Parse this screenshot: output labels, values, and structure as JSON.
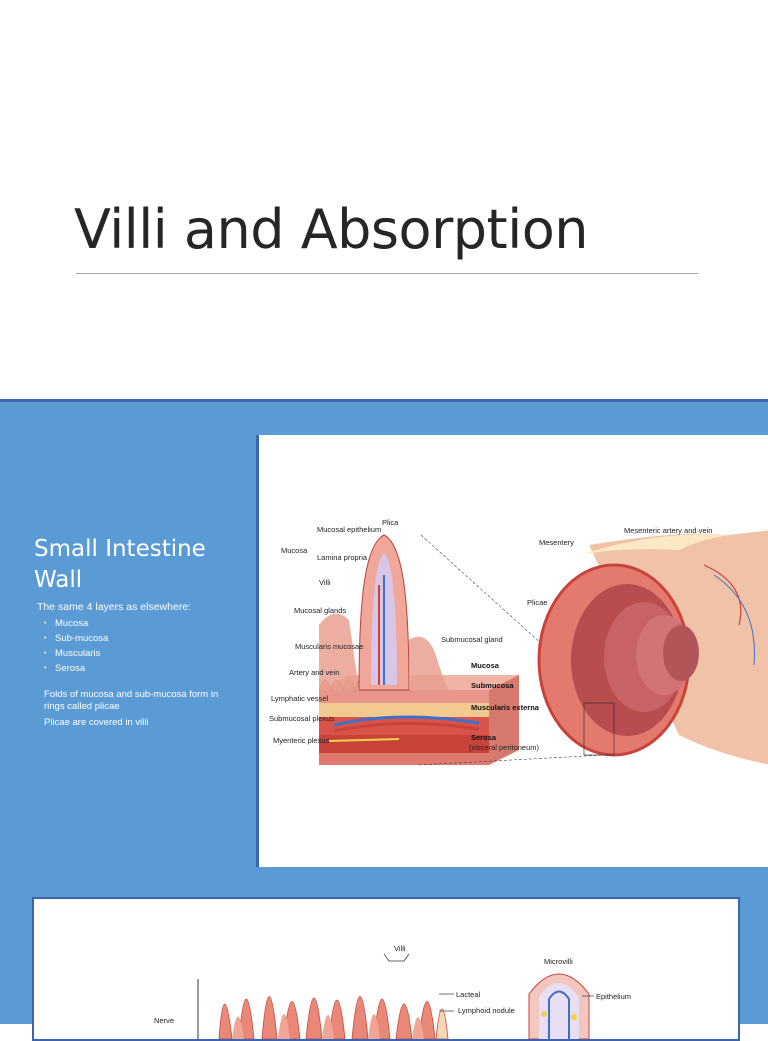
{
  "slide_title": {
    "title": "Villi and Absorption"
  },
  "intestine_slide": {
    "heading": "Small Intestine Wall",
    "intro": "The same 4 layers as elsewhere:",
    "layers": [
      "Mucosa",
      "Sub-mucosa",
      "Muscularis",
      "Serosa"
    ],
    "notes": [
      "Folds of mucosa and sub-mucosa form in rings called plicae",
      "Plicae are covered in villi"
    ],
    "figure_labels": {
      "plica": "Plica",
      "mucosal_epithelium": "Mucosal epithelium",
      "mucosa": "Mucosa",
      "lamina_propria": "Lamina propria",
      "villi": "Villi",
      "mucosal_glands": "Mucosal glands",
      "muscularis_mucosae": "Muscularis mucosae",
      "artery_vein": "Artery and vein",
      "lymphatic_vessel": "Lymphatic vessel",
      "submucosal_plexus": "Submucosal plexus",
      "myenteric_plexus": "Myenteric plexus",
      "submucosal_gland": "Submucosal gland",
      "mucosa_bold": "Mucosa",
      "submucosa_bold": "Submucosa",
      "muscularis_externa": "Muscularis externa",
      "serosa": "Serosa",
      "visceral_peritoneum": "(visceral peritoneum)",
      "mesentery": "Mesentery",
      "mesenteric_artery": "Mesenteric artery and vein",
      "plicae": "Plicae"
    }
  },
  "villi_slide": {
    "figure_labels": {
      "villi": "Villi",
      "lacteal": "Lacteal",
      "lymphoid_nodule": "Lymphoid nodule",
      "microvilli": "Microvilli",
      "epithelium": "Epithelium",
      "nerve": "Nerve"
    }
  },
  "colors": {
    "slide_blue": "#5b9bd5",
    "border_blue": "#3d64b0",
    "tissue_pink": "#e8968a",
    "tissue_red": "#c8433a"
  }
}
